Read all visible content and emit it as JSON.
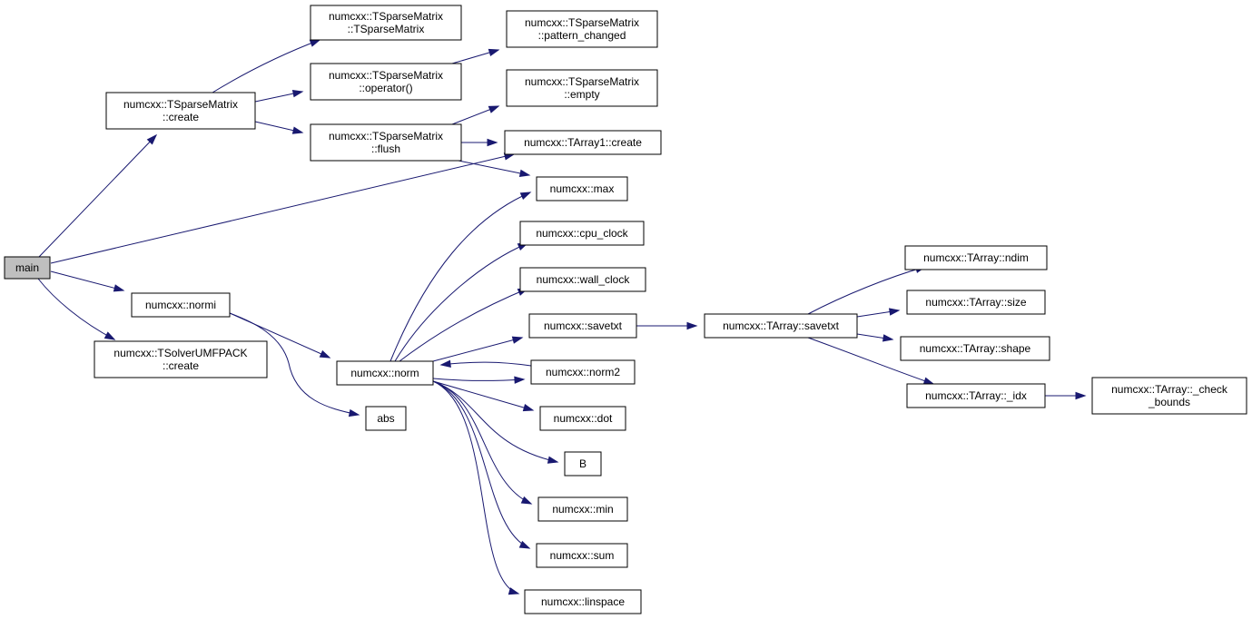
{
  "nodes": [
    {
      "id": "main",
      "lines": [
        "main"
      ],
      "root": true
    },
    {
      "id": "ts_create",
      "lines": [
        "numcxx::TSparseMatrix",
        "::create"
      ]
    },
    {
      "id": "umf_create",
      "lines": [
        "numcxx::TSolverUMFPACK",
        "::create"
      ]
    },
    {
      "id": "normi",
      "lines": [
        "numcxx::normi"
      ]
    },
    {
      "id": "ts_ctor",
      "lines": [
        "numcxx::TSparseMatrix",
        "::TSparseMatrix"
      ]
    },
    {
      "id": "ts_op",
      "lines": [
        "numcxx::TSparseMatrix",
        "::operator()"
      ]
    },
    {
      "id": "ts_flush",
      "lines": [
        "numcxx::TSparseMatrix",
        "::flush"
      ]
    },
    {
      "id": "ts_pattern",
      "lines": [
        "numcxx::TSparseMatrix",
        "::pattern_changed"
      ]
    },
    {
      "id": "ts_empty",
      "lines": [
        "numcxx::TSparseMatrix",
        "::empty"
      ]
    },
    {
      "id": "ta1_create",
      "lines": [
        "numcxx::TArray1::create"
      ]
    },
    {
      "id": "max",
      "lines": [
        "numcxx::max"
      ]
    },
    {
      "id": "cpu_clock",
      "lines": [
        "numcxx::cpu_clock"
      ]
    },
    {
      "id": "wall_clock",
      "lines": [
        "numcxx::wall_clock"
      ]
    },
    {
      "id": "savetxt",
      "lines": [
        "numcxx::savetxt"
      ]
    },
    {
      "id": "norm",
      "lines": [
        "numcxx::norm"
      ]
    },
    {
      "id": "norm2",
      "lines": [
        "numcxx::norm2"
      ]
    },
    {
      "id": "dot",
      "lines": [
        "numcxx::dot"
      ]
    },
    {
      "id": "B",
      "lines": [
        "B"
      ]
    },
    {
      "id": "min",
      "lines": [
        "numcxx::min"
      ]
    },
    {
      "id": "sum",
      "lines": [
        "numcxx::sum"
      ]
    },
    {
      "id": "linspace",
      "lines": [
        "numcxx::linspace"
      ]
    },
    {
      "id": "abs",
      "lines": [
        "abs"
      ]
    },
    {
      "id": "ta_savetxt",
      "lines": [
        "numcxx::TArray::savetxt"
      ]
    },
    {
      "id": "ta_ndim",
      "lines": [
        "numcxx::TArray::ndim"
      ]
    },
    {
      "id": "ta_size",
      "lines": [
        "numcxx::TArray::size"
      ]
    },
    {
      "id": "ta_shape",
      "lines": [
        "numcxx::TArray::shape"
      ]
    },
    {
      "id": "ta_idx",
      "lines": [
        "numcxx::TArray::_idx"
      ]
    },
    {
      "id": "ta_check",
      "lines": [
        "numcxx::TArray::_check",
        "_bounds"
      ]
    }
  ],
  "edges": [
    {
      "from": "main",
      "to": "ts_create"
    },
    {
      "from": "main",
      "to": "ta1_create"
    },
    {
      "from": "main",
      "to": "normi"
    },
    {
      "from": "main",
      "to": "umf_create"
    },
    {
      "from": "ts_create",
      "to": "ts_ctor"
    },
    {
      "from": "ts_create",
      "to": "ts_op"
    },
    {
      "from": "ts_create",
      "to": "ts_flush"
    },
    {
      "from": "ts_op",
      "to": "ts_pattern"
    },
    {
      "from": "ts_flush",
      "to": "ts_empty"
    },
    {
      "from": "ts_flush",
      "to": "ta1_create"
    },
    {
      "from": "ts_flush",
      "to": "max"
    },
    {
      "from": "normi",
      "to": "norm"
    },
    {
      "from": "normi",
      "to": "abs"
    },
    {
      "from": "norm",
      "to": "max"
    },
    {
      "from": "norm",
      "to": "cpu_clock"
    },
    {
      "from": "norm",
      "to": "wall_clock"
    },
    {
      "from": "norm",
      "to": "savetxt"
    },
    {
      "from": "norm",
      "to": "norm2"
    },
    {
      "from": "norm2",
      "to": "norm"
    },
    {
      "from": "norm",
      "to": "dot"
    },
    {
      "from": "norm",
      "to": "B"
    },
    {
      "from": "norm",
      "to": "min"
    },
    {
      "from": "norm",
      "to": "sum"
    },
    {
      "from": "norm",
      "to": "linspace"
    },
    {
      "from": "savetxt",
      "to": "ta_savetxt"
    },
    {
      "from": "ta_savetxt",
      "to": "ta_ndim"
    },
    {
      "from": "ta_savetxt",
      "to": "ta_size"
    },
    {
      "from": "ta_savetxt",
      "to": "ta_shape"
    },
    {
      "from": "ta_savetxt",
      "to": "ta_idx"
    },
    {
      "from": "ta_idx",
      "to": "ta_check"
    }
  ]
}
